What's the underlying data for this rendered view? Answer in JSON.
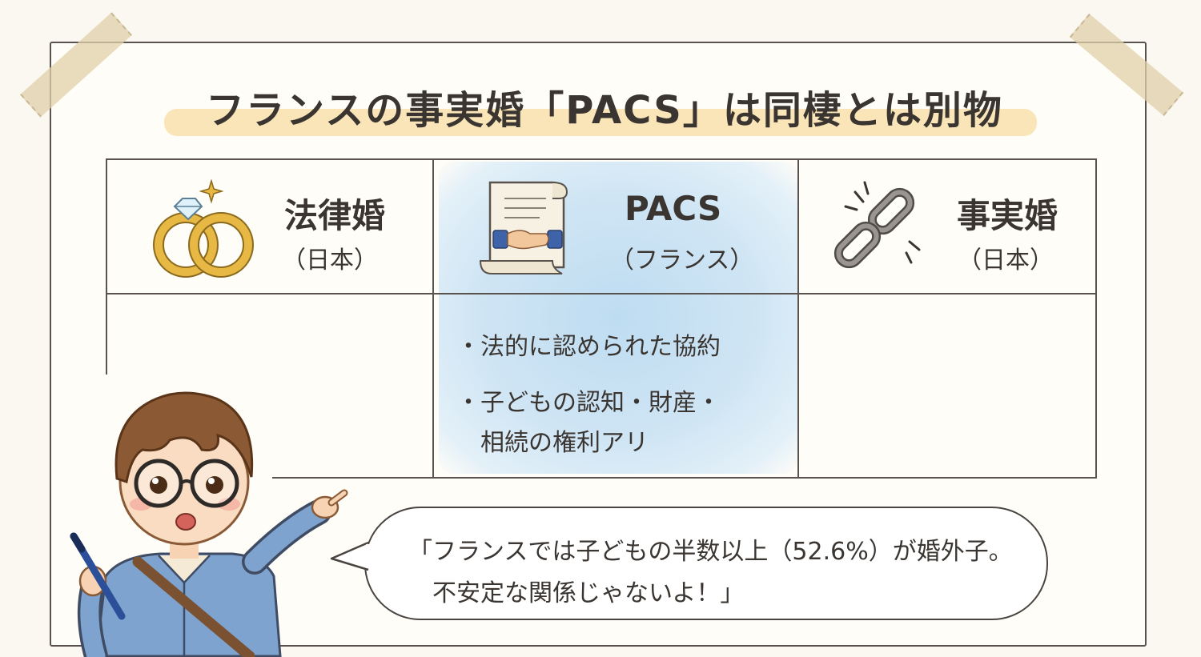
{
  "title": "フランスの事実婚「PACS」は同棲とは別物",
  "columns": [
    {
      "title": "法律婚",
      "subtitle": "（日本）",
      "icon": "wedding-rings-icon",
      "bullets": []
    },
    {
      "title": "PACS",
      "subtitle": "（フランス）",
      "icon": "contract-handshake-icon",
      "bullets": [
        "・法的に認められた協約",
        "・子どもの認知・財産・",
        "　相続の権利アリ"
      ]
    },
    {
      "title": "事実婚",
      "subtitle": "（日本）",
      "icon": "broken-chain-icon",
      "bullets": []
    }
  ],
  "speech": {
    "line1": "「フランスでは子どもの半数以上（52.6%）が婚外子。",
    "line2": "　不安定な関係じゃないよ！」"
  },
  "colors": {
    "pacs_highlight": "#bedcf1",
    "title_highlight": "#f8dca3",
    "ink": "#3a3531"
  }
}
